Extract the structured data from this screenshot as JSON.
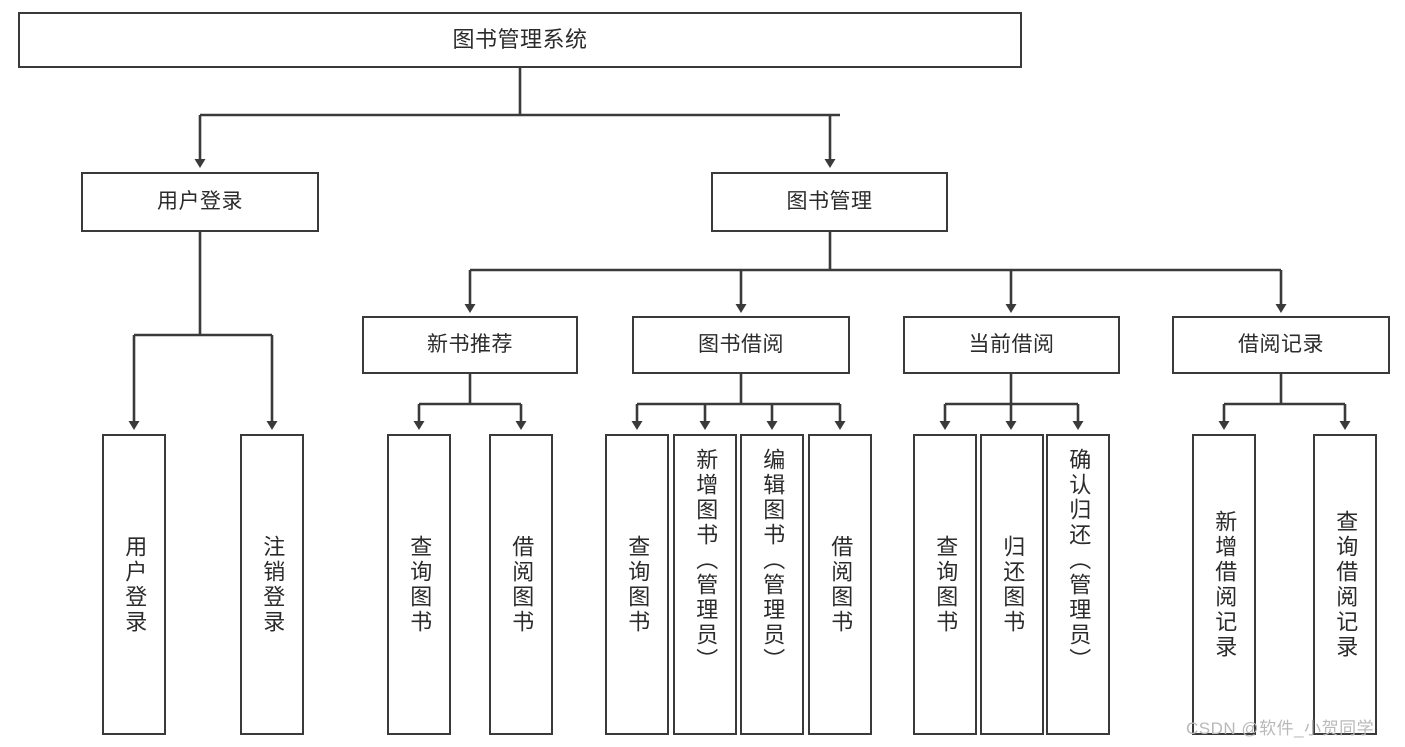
{
  "diagram": {
    "title": "图书管理系统",
    "type": "功能结构图",
    "watermark": "CSDN @软件_小贺同学",
    "colors": {
      "box_border": "#3a3a3a",
      "box_fill": "#ffffff",
      "connector": "#3a3a3a",
      "text": "#2b2b2b",
      "watermark": "#b9b9b9"
    }
  },
  "nodes": {
    "root": {
      "label": "图书管理系统"
    },
    "level1": [
      {
        "id": "user-login",
        "label": "用户登录"
      },
      {
        "id": "book-management",
        "label": "图书管理"
      }
    ],
    "level2": [
      {
        "id": "new-book-recommend",
        "label": "新书推荐"
      },
      {
        "id": "book-borrow",
        "label": "图书借阅"
      },
      {
        "id": "current-borrow",
        "label": "当前借阅"
      },
      {
        "id": "borrow-record",
        "label": "借阅记录"
      }
    ],
    "leaves": {
      "user-login": [
        {
          "id": "leaf-user-login",
          "label": "用户登录"
        },
        {
          "id": "leaf-user-logout",
          "label": "注销登录"
        }
      ],
      "new-book-recommend": [
        {
          "id": "leaf-query-book-1",
          "label": "查询图书"
        },
        {
          "id": "leaf-borrow-book-1",
          "label": "借阅图书"
        }
      ],
      "book-borrow": [
        {
          "id": "leaf-query-book-2",
          "label": "查询图书"
        },
        {
          "id": "leaf-add-book",
          "label": "新增图书（管理员）"
        },
        {
          "id": "leaf-edit-book",
          "label": "编辑图书（管理员）"
        },
        {
          "id": "leaf-borrow-book-2",
          "label": "借阅图书"
        }
      ],
      "current-borrow": [
        {
          "id": "leaf-query-book-3",
          "label": "查询图书"
        },
        {
          "id": "leaf-return-book",
          "label": "归还图书"
        },
        {
          "id": "leaf-confirm-return",
          "label": "确认归还（管理员）"
        }
      ],
      "borrow-record": [
        {
          "id": "leaf-add-record",
          "label": "新增借阅记录"
        },
        {
          "id": "leaf-query-record",
          "label": "查询借阅记录"
        }
      ]
    }
  }
}
